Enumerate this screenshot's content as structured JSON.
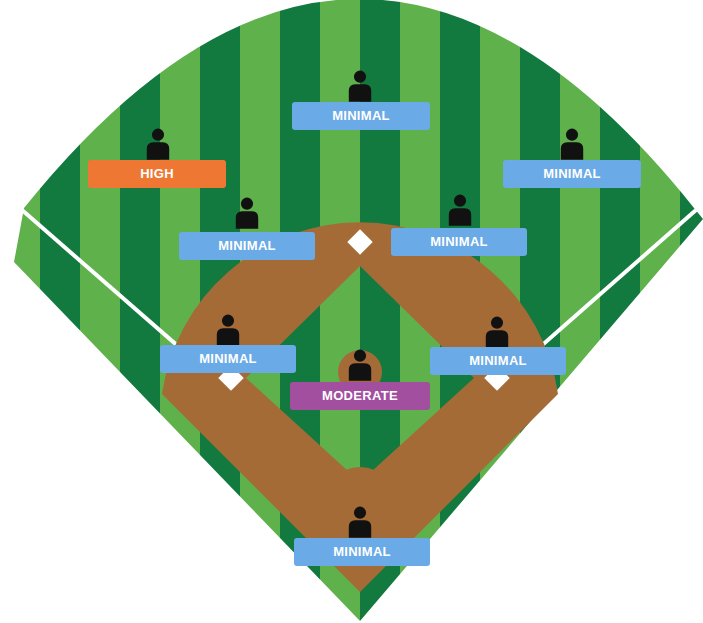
{
  "diagram": {
    "nodes": [
      {
        "text": [
          "MINIMAL"
        ]
      },
      {
        "text": [
          "HIGH"
        ]
      },
      {
        "text": [
          "MINIMAL"
        ]
      },
      {
        "text": [
          "MINIMAL"
        ]
      },
      {
        "text": [
          "MINIMAL"
        ]
      },
      {
        "text": [
          "MINIMAL"
        ]
      },
      {
        "text": [
          "MINIMAL"
        ]
      },
      {
        "text": [
          "MODERATE"
        ]
      },
      {
        "text": [
          "MINIMAL"
        ]
      }
    ]
  }
}
